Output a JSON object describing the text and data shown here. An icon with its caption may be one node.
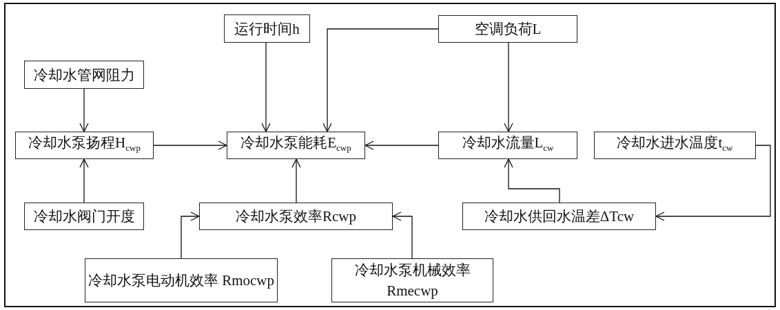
{
  "diagram": {
    "nodes": [
      {
        "text": [
          "运行时间h"
        ]
      },
      {
        "text": [
          "空调负荷L"
        ]
      },
      {
        "text": [
          "冷却水管网阻力"
        ]
      },
      {
        "text": [
          "冷却水泵扬程H$_{cwp}$"
        ]
      },
      {
        "text": [
          "冷却水泵能耗E$_{cwp}$"
        ]
      },
      {
        "text": [
          "冷却水流量L$_{cw}$"
        ]
      },
      {
        "text": [
          "冷却水进水温度t$_{cw}$"
        ]
      },
      {
        "text": [
          "冷却水阀门开度"
        ]
      },
      {
        "text": [
          "冷却水泵效率Rcwp"
        ]
      },
      {
        "text": [
          "冷却水供回水温差ΔTcw"
        ]
      },
      {
        "text": [
          "冷却水泵电动机效率 Rmocwp"
        ]
      },
      {
        "text": [
          "冷却水泵机械效率 Rmecwp"
        ]
      }
    ],
    "edges": [
      {
        "from": 0,
        "to": 4,
        "arrow": "to"
      },
      {
        "from": 1,
        "to": 4,
        "arrow": "to"
      },
      {
        "from": 2,
        "to": 3,
        "arrow": "to"
      },
      {
        "from": 7,
        "to": 3,
        "arrow": "to"
      },
      {
        "from": 3,
        "to": 4,
        "arrow": "to"
      },
      {
        "from": 5,
        "to": 4,
        "arrow": "to"
      },
      {
        "from": 1,
        "to": 5,
        "arrow": "to"
      },
      {
        "from": 9,
        "to": 5,
        "arrow": "to"
      },
      {
        "from": 6,
        "to": 9,
        "arrow": "to"
      },
      {
        "from": 8,
        "to": 4,
        "arrow": "to"
      },
      {
        "from": 10,
        "to": 8,
        "arrow": "to"
      },
      {
        "from": 11,
        "to": 8,
        "arrow": "to"
      }
    ]
  }
}
